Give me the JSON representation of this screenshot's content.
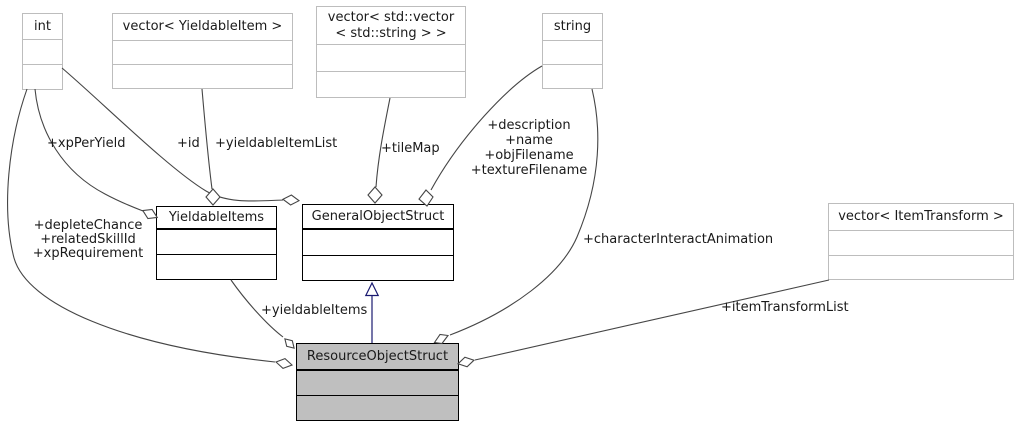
{
  "diagram": {
    "kind": "uml-collaboration-graph",
    "subject": "ResourceObjectStruct",
    "colors": {
      "background": "#ffffff",
      "edge": "#454545",
      "inheritance_edge": "#191970",
      "external_node_border": "#bdbdbd",
      "class_node_border": "#000000",
      "subject_node_fill": "#bfbfbf",
      "text": "#1a1a1a"
    },
    "nodes": [
      {
        "id": "int",
        "label": "int",
        "kind": "external-type"
      },
      {
        "id": "vector_yieldableitem",
        "label": "vector< YieldableItem >",
        "kind": "external-type"
      },
      {
        "id": "vector_std_vector_std_string",
        "label": "vector< std::vector\n< std::string > >",
        "kind": "external-type"
      },
      {
        "id": "string",
        "label": "string",
        "kind": "external-type"
      },
      {
        "id": "yieldableitems",
        "label": "YieldableItems",
        "kind": "documented-class"
      },
      {
        "id": "generalobjectstruct",
        "label": "GeneralObjectStruct",
        "kind": "documented-class"
      },
      {
        "id": "vector_itemtransform",
        "label": "vector< ItemTransform >",
        "kind": "external-type"
      },
      {
        "id": "resourceobjectstruct",
        "label": "ResourceObjectStruct",
        "kind": "subject-class"
      }
    ],
    "edges": [
      {
        "from": "int",
        "to": "yieldableitems",
        "label": "+xpPerYield",
        "style": "aggregation"
      },
      {
        "from": "int",
        "to": "generalobjectstruct",
        "label": "+id",
        "style": "aggregation"
      },
      {
        "from": "vector_yieldableitem",
        "to": "yieldableitems",
        "label": "+yieldableItemList",
        "style": "aggregation"
      },
      {
        "from": "vector_std_vector_std_string",
        "to": "generalobjectstruct",
        "label": "+tileMap",
        "style": "aggregation"
      },
      {
        "from": "string",
        "to": "generalobjectstruct",
        "label": "+description\n+name\n+objFilename\n+textureFilename",
        "style": "aggregation"
      },
      {
        "from": "string",
        "to": "resourceobjectstruct",
        "label": "+characterInteractAnimation",
        "style": "aggregation"
      },
      {
        "from": "yieldableitems",
        "to": "resourceobjectstruct",
        "label": "+yieldableItems",
        "style": "aggregation"
      },
      {
        "from": "int",
        "to": "resourceobjectstruct",
        "label": "+depleteChance\n+relatedSkillId\n+xpRequirement",
        "style": "aggregation"
      },
      {
        "from": "vector_itemtransform",
        "to": "resourceobjectstruct",
        "label": "+itemTransformList",
        "style": "aggregation"
      },
      {
        "from": "generalobjectstruct",
        "to": "resourceobjectstruct",
        "label": "",
        "style": "inheritance"
      }
    ]
  }
}
